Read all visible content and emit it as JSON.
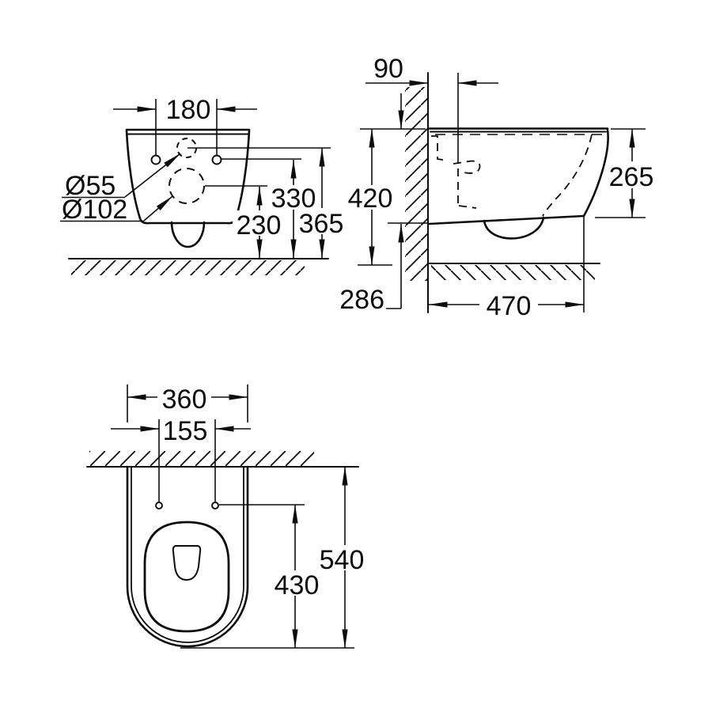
{
  "drawing": {
    "title": "wall-hung-toilet-dimension-drawing",
    "colors": {
      "background": "#ffffff",
      "ink": "#0d0d0d"
    },
    "views": {
      "front": {
        "dims": {
          "hole_spacing": "180",
          "supply_diameter": "Ø55",
          "outlet_diameter": "Ø102",
          "hole_height": "330",
          "outlet_center_height": "230",
          "supply_center_height": "365"
        }
      },
      "side": {
        "dims": {
          "supply_setback": "90",
          "rim_height": "420",
          "body_height": "265",
          "rear_body_height": "286",
          "depth": "470"
        }
      },
      "plan": {
        "dims": {
          "body_width": "360",
          "hole_spacing": "155",
          "hole_to_front": "430",
          "wall_to_front": "540"
        }
      }
    }
  }
}
